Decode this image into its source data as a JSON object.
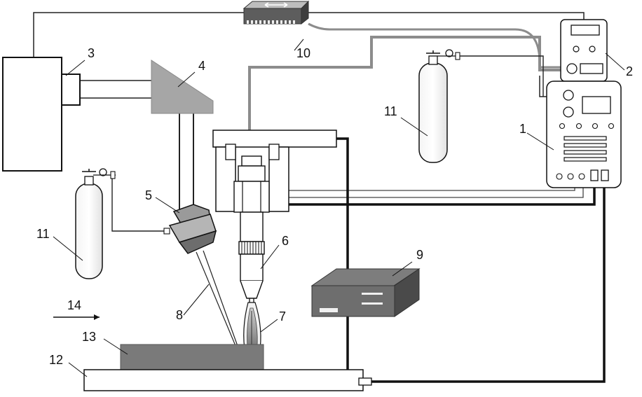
{
  "labels": {
    "l1": "1",
    "l2": "2",
    "l3": "3",
    "l4": "4",
    "l5": "5",
    "l6": "6",
    "l7": "7",
    "l8": "8",
    "l9": "9",
    "l10": "10",
    "l11a": "11",
    "l11b": "11",
    "l12": "12",
    "l13": "13",
    "l14": "14"
  },
  "colors": {
    "line": "#111111",
    "gray_line": "#8c8c8c",
    "mirror": "#a6a6a6",
    "workpiece": "#7a7a7a",
    "device9": "#6e6e6e"
  },
  "icons": {
    "controller_display": "left-right-arrow-icon"
  }
}
